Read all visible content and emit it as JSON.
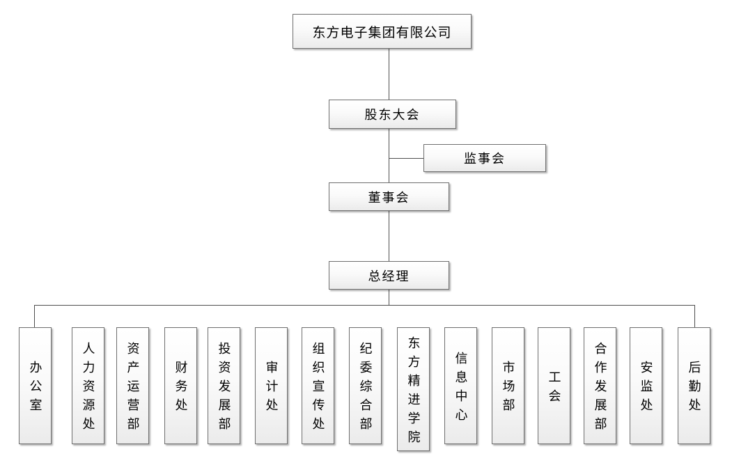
{
  "org_chart": {
    "company": "东方电子集团有限公司",
    "shareholders_meeting": "股东大会",
    "supervisory_board": "监事会",
    "board_of_directors": "董事会",
    "general_manager": "总经理",
    "departments": [
      "办公室",
      "人力资源处",
      "资产运营部",
      "财务处",
      "投资发展部",
      "审计处",
      "组织宣传处",
      "纪委综合部",
      "东方精进学院",
      "信息中心",
      "市场部",
      "工会",
      "合作发展部",
      "安监处",
      "后勤处"
    ],
    "colors": {
      "box_border": "#6e6e6e",
      "connector_line": "#4d4d4d",
      "box_fill_top": "#ffffff",
      "box_fill_bottom": "#ebebeb",
      "text": "#000000"
    }
  }
}
